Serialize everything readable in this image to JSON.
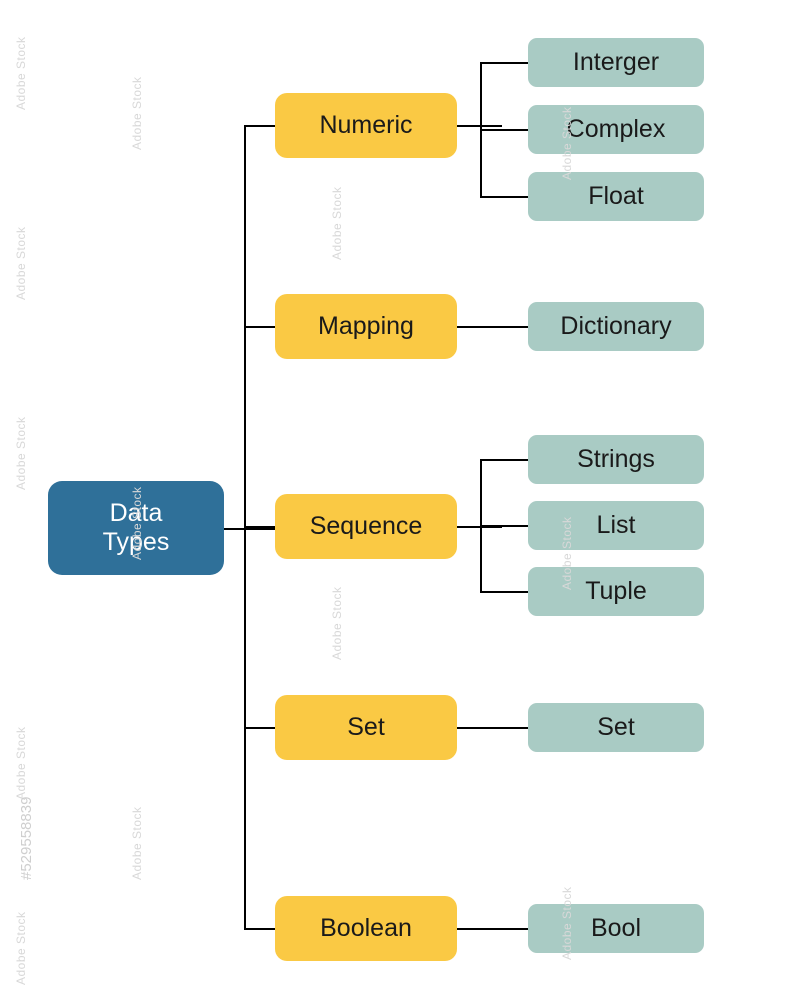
{
  "diagram": {
    "type": "tree",
    "root": {
      "label": "Data\nTypes",
      "line1": "Data",
      "line2": "Types",
      "color": "#2f7099"
    },
    "category_color": "#fac944",
    "leaf_color": "#a9cbc4",
    "branches": [
      {
        "label": "Numeric",
        "children": [
          "Interger",
          "Complex",
          "Float"
        ]
      },
      {
        "label": "Mapping",
        "children": [
          "Dictionary"
        ]
      },
      {
        "label": "Sequence",
        "children": [
          "Strings",
          "List",
          "Tuple"
        ]
      },
      {
        "label": "Set",
        "children": [
          "Set"
        ]
      },
      {
        "label": "Boolean",
        "children": [
          "Bool"
        ]
      }
    ]
  },
  "watermark": {
    "text": "Adobe Stock",
    "id": "#529558839"
  }
}
